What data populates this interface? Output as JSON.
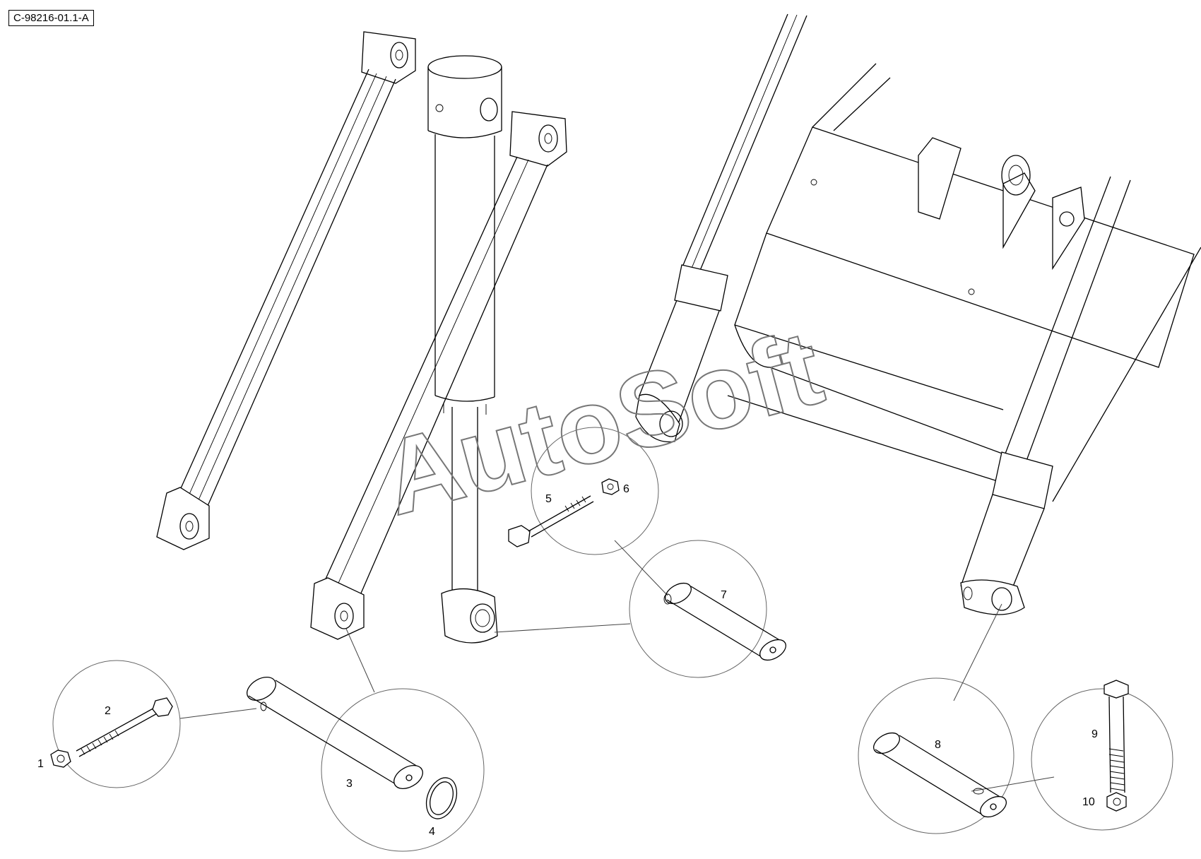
{
  "drawing": {
    "reference": "C-98216-01.1-A",
    "watermark": "AutoSoft",
    "callouts": [
      {
        "id": "1",
        "text": "1"
      },
      {
        "id": "2",
        "text": "2"
      },
      {
        "id": "3",
        "text": "3"
      },
      {
        "id": "4",
        "text": "4"
      },
      {
        "id": "5",
        "text": "5"
      },
      {
        "id": "6",
        "text": "6"
      },
      {
        "id": "7",
        "text": "7"
      },
      {
        "id": "8",
        "text": "8"
      },
      {
        "id": "9",
        "text": "9"
      },
      {
        "id": "10",
        "text": "10"
      }
    ]
  },
  "colors": {
    "line": "#000000",
    "detail_circle": "#666666",
    "watermark": "#777777",
    "background": "#ffffff"
  }
}
